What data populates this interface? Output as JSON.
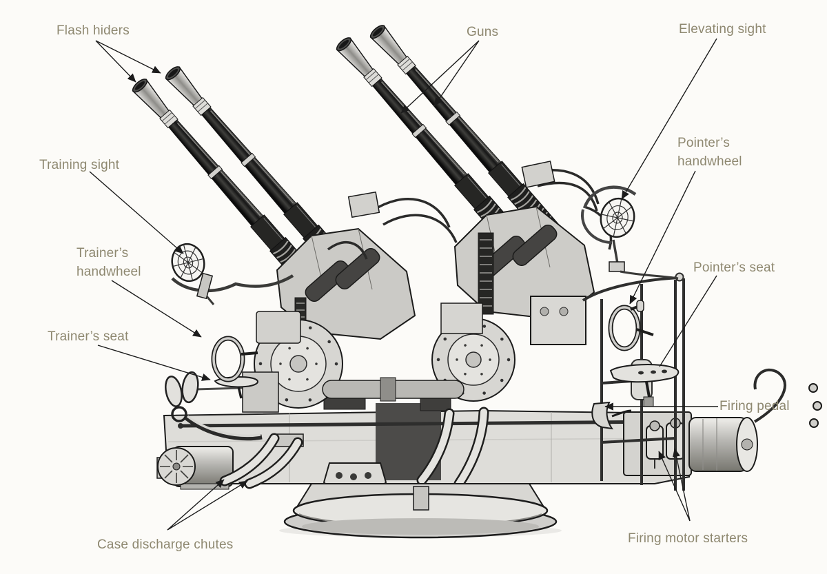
{
  "diagram": {
    "colors": {
      "background": "#fcfbf8",
      "label_text": "#8e8870",
      "leader_line": "#1c1c1c",
      "metal_light": "#e6e5e1",
      "metal_mid": "#c9c8c4",
      "metal_dark": "#262624"
    },
    "labels": {
      "flash_hiders": "Flash hiders",
      "guns": "Guns",
      "elevating_sight": "Elevating sight",
      "training_sight": "Training sight",
      "pointers_handwheel": "Pointer’s handwheel",
      "trainers_handwheel": "Trainer’s handwheel",
      "trainers_seat": "Trainer’s seat",
      "pointers_seat": "Pointer’s seat",
      "firing_pedal": "Firing pedal",
      "case_discharge_chutes": "Case discharge chutes",
      "firing_motor_starters": "Firing motor starters"
    }
  }
}
